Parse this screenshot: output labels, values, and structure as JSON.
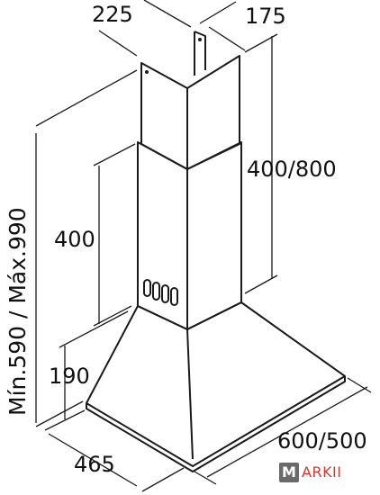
{
  "dimensions": {
    "chimney_depth": "225",
    "chimney_width": "175",
    "chimney_upper_height": "400/800",
    "chimney_lower_height": "400",
    "total_height": "Mín.590 / Máx.990",
    "canopy_height": "190",
    "canopy_depth": "465",
    "canopy_width": "600/500"
  },
  "logo": {
    "letter": "M",
    "text": "ARKII"
  },
  "colors": {
    "line": "#1a1a1a",
    "logo_box": "#6a6a6a",
    "logo_text": "#d33a2f"
  }
}
